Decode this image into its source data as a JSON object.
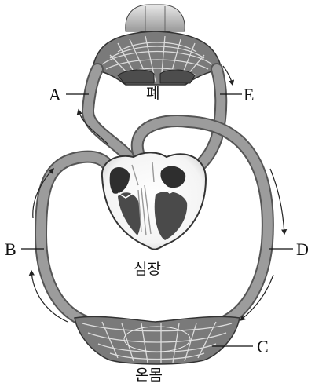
{
  "labels": {
    "A": "A",
    "B": "B",
    "C": "C",
    "D": "D",
    "E": "E"
  },
  "organs": {
    "lung": "폐",
    "heart": "심장",
    "body": "온몸"
  },
  "colors": {
    "vessel": "#8c8c8c",
    "vessel_dark": "#5a5a5a",
    "heart_fill": "#ffffff",
    "heart_inner": "#3a3a3a",
    "line": "#111111"
  }
}
